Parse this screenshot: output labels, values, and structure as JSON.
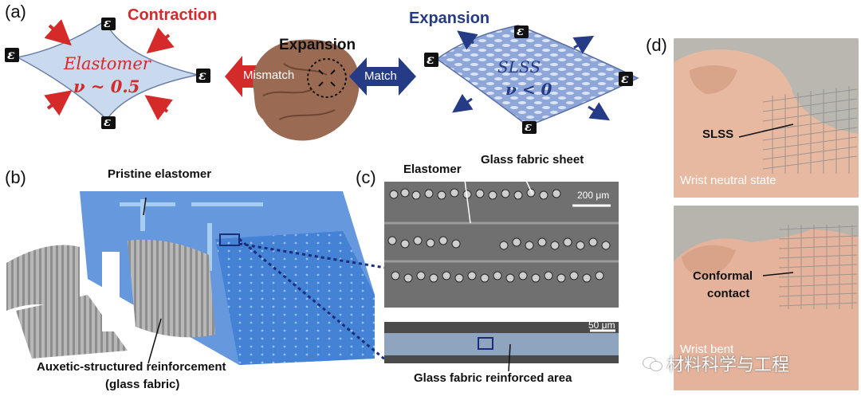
{
  "panels": {
    "a": {
      "label": "(a)",
      "contraction": "Contraction",
      "expansion_left": "Expansion",
      "expansion_right": "Expansion",
      "elastomer": "Elastomer",
      "elastomer_nu": "ν ~ 0.5",
      "mismatch": "Mismatch",
      "match": "Match",
      "slss": "SLSS",
      "slss_nu": "ν < 0",
      "epsilon": "ε"
    },
    "b": {
      "label": "(b)",
      "pristine": "Pristine elastomer",
      "auxetic_line1": "Auxetic-structured reinforcement",
      "auxetic_line2": "(glass fabric)"
    },
    "c": {
      "label": "(c)",
      "elastomer": "Elastomer",
      "glass_sheet": "Glass fabric sheet",
      "scale_top": "200 μm",
      "scale_bottom": "50 μm",
      "reinforced_area": "Glass fabric reinforced area"
    },
    "d": {
      "label": "(d)",
      "slss": "SLSS",
      "neutral": "Wrist neutral state",
      "conformal_line1": "Conformal",
      "conformal_line2": "contact",
      "bent_partial": "Wrist bent"
    }
  },
  "watermark": "材料科学与工程",
  "colors": {
    "red": "#d42a2a",
    "navy": "#263b86",
    "elastomer_fill": "#c9d9ee",
    "slss_fill": "#8fa6d8",
    "blue_sheet": "#4a86d6"
  }
}
